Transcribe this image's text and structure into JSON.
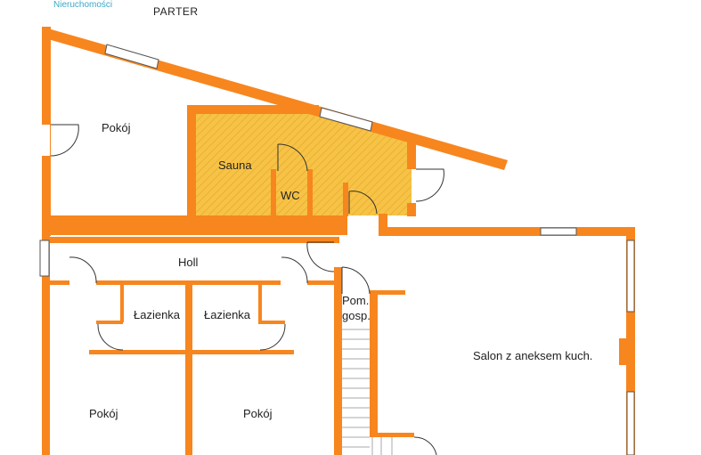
{
  "logo_text": "Nieruchomości",
  "title": "PARTER",
  "colors": {
    "wall": "#F7861F",
    "sauna_fill": "#F6C347"
  },
  "rooms": [
    {
      "name": "Pokój"
    },
    {
      "name": "Sauna"
    },
    {
      "name": "WC"
    },
    {
      "name": "Holl"
    },
    {
      "name": "Łazienka"
    },
    {
      "name": "Łazienka"
    },
    {
      "name": "Pom."
    },
    {
      "name": "gosp."
    },
    {
      "name": "Salon z aneksem kuch."
    },
    {
      "name": "Pokój"
    },
    {
      "name": "Pokój"
    }
  ]
}
